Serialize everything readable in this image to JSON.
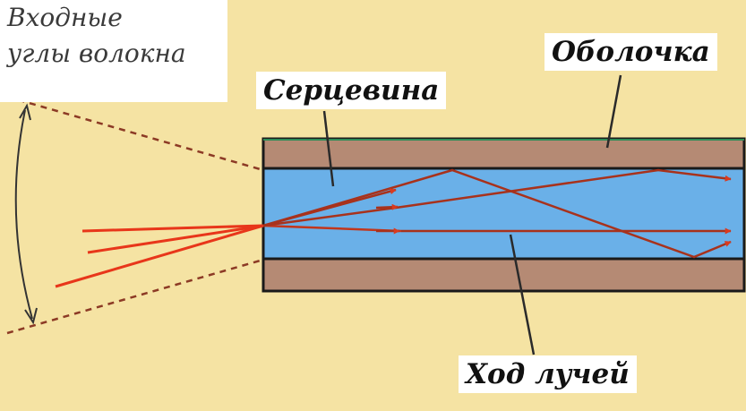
{
  "labels": {
    "input_angles_line1": "Входные",
    "input_angles_line2": "углы волокна",
    "cladding": "Оболочка",
    "core": "Серцевина",
    "rays": "Ход лучей"
  },
  "colors": {
    "background": "#f5e3a3",
    "cladding": "#b58a74",
    "core": "#6ab0e8",
    "ray": "#e8361a",
    "ray_inside": "#a8321c",
    "outline": "#1a1a1a",
    "cladding_edge": "#2e8b57",
    "dashed": "#8c3a25",
    "leader": "#2a2a2a"
  }
}
